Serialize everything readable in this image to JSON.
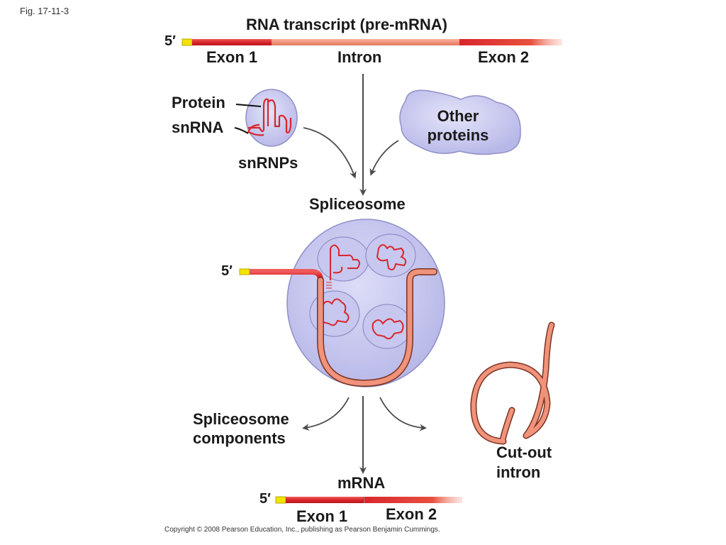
{
  "figure_label": "Fig. 17-11-3",
  "copyright": "Copyright © 2008 Pearson Education, Inc., publishing as Pearson Benjamin Cummings.",
  "labels": {
    "pre_mrna_title": "RNA transcript (pre-mRNA)",
    "five_prime": "5′",
    "exon1": "Exon 1",
    "intron": "Intron",
    "exon2": "Exon 2",
    "protein": "Protein",
    "snrna": "snRNA",
    "snrnps": "snRNPs",
    "other_proteins_line1": "Other",
    "other_proteins_line2": "proteins",
    "spliceosome": "Spliceosome",
    "spliceosome_components_line1": "Spliceosome",
    "spliceosome_components_line2": "components",
    "cut_out_intron_line1": "Cut-out",
    "cut_out_intron_line2": "intron",
    "mrna": "mRNA",
    "mrna_exon1": "Exon 1",
    "mrna_exon2": "Exon 2"
  },
  "colors": {
    "exon": "#d9262c",
    "intron": "#f0937a",
    "cap": "#f2e400",
    "snrnp_fill": "#c5c5ee",
    "spliceosome_fill": "#c9c9ef",
    "outline": "#8f8fc9",
    "arrow": "#555555"
  }
}
